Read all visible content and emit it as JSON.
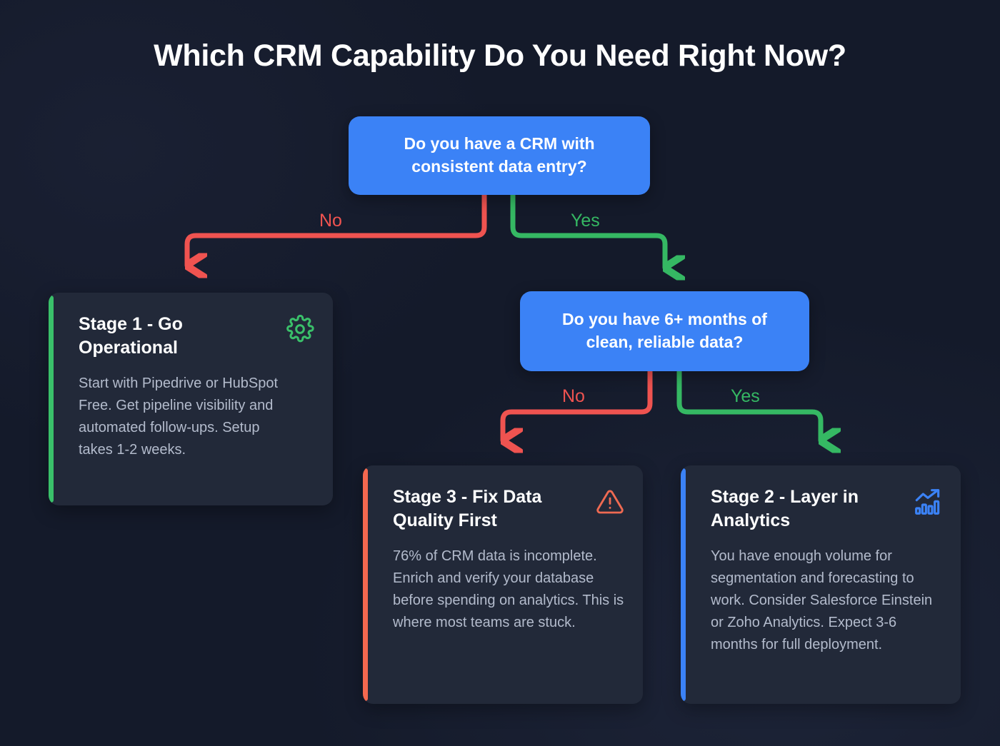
{
  "title": "Which CRM Capability Do You Need Right Now?",
  "theme": {
    "background": "#141a2a",
    "decision_blue": "#3b82f6",
    "card_bg": "#222939",
    "no_red": "#ef5350",
    "yes_green": "#35b863",
    "accent_green": "#3ac06a",
    "accent_coral": "#f4684f",
    "accent_blue": "#3b82f6",
    "text_primary": "#ffffff",
    "text_muted": "#b3bbcc"
  },
  "nodes": {
    "q1": {
      "text": "Do you have a CRM with consistent data entry?"
    },
    "q2": {
      "text": "Do you have 6+ months of clean, reliable data?"
    }
  },
  "edges": {
    "q1_no": {
      "label": "No",
      "from": "q1",
      "to": "stage1"
    },
    "q1_yes": {
      "label": "Yes",
      "from": "q1",
      "to": "q2"
    },
    "q2_no": {
      "label": "No",
      "from": "q2",
      "to": "stage3"
    },
    "q2_yes": {
      "label": "Yes",
      "from": "q2",
      "to": "stage2"
    }
  },
  "cards": {
    "stage1": {
      "title": "Stage 1 - Go Operational",
      "description": "Start with Pipedrive or HubSpot Free. Get pipeline visibility and automated follow-ups. Setup takes 1-2 weeks.",
      "icon": "gear-icon",
      "accent": "#3ac06a"
    },
    "stage3": {
      "title": "Stage 3 - Fix Data Quality First",
      "description": "76% of CRM data is incomplete. Enrich and verify your database before spending on analytics. This is where most teams are stuck.",
      "icon": "warning-triangle-icon",
      "accent": "#f4684f"
    },
    "stage2": {
      "title": "Stage 2 - Layer in Analytics",
      "description": "You have enough volume for segmentation and forecasting to work. Consider Salesforce Einstein or Zoho Analytics. Expect 3-6 months for full deployment.",
      "icon": "bar-chart-trend-icon",
      "accent": "#3b82f6"
    }
  }
}
